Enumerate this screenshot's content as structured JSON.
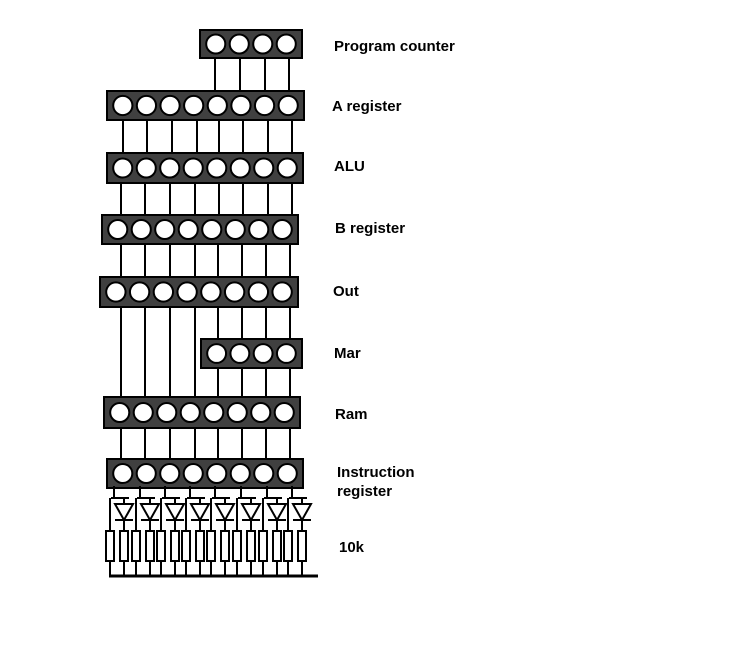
{
  "labels": {
    "program_counter": "Program counter",
    "a_register": "A register",
    "alu": "ALU",
    "b_register": "B register",
    "out": "Out",
    "mar": "Mar",
    "ram": "Ram",
    "instruction_register_line1": "Instruction",
    "instruction_register_line2": "register",
    "resistor_value": "10k"
  },
  "colors": {
    "header_fill": "#404040",
    "pin_fill": "#ffffff",
    "line": "#000000"
  }
}
